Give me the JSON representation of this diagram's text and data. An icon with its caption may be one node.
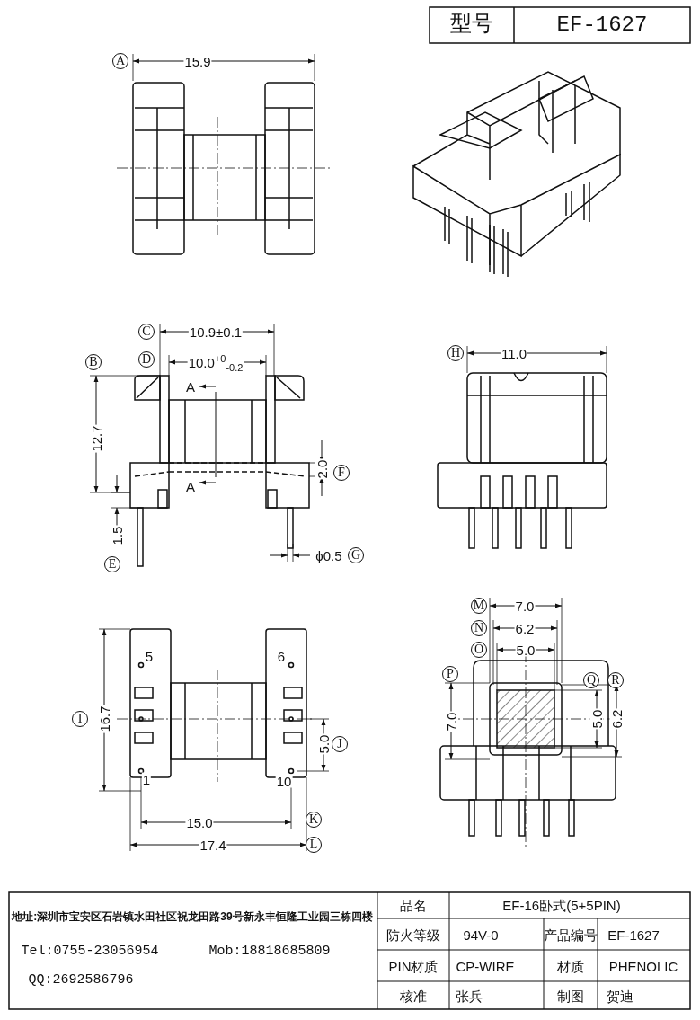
{
  "diagram": {
    "labels": [
      "型号",
      "EF-1627",
      "A",
      "15.9",
      "C",
      "10.9±0.1",
      "B",
      "D",
      "10.0$^{+0}$$_{-0.2}$",
      "A",
      "A",
      "12.7",
      "2.0",
      "F",
      "1.5",
      "E",
      "ϕ0.5",
      "G",
      "H",
      "11.0",
      "5",
      "6",
      "I",
      "16.7",
      "5.0",
      "J",
      "1",
      "10",
      "15.0",
      "K",
      "17.4",
      "L",
      "M",
      "7.0",
      "N",
      "6.2",
      "O",
      "5.0",
      "P",
      "Q",
      "R",
      "7.0",
      "5.0",
      "6.2",
      "地址:深圳市宝安区石岩镇水田社区祝龙田路39号新永丰恒隆工业园三栋四楼",
      "Tel:0755-23056954",
      "Mob:18818685809",
      "QQ:2692586796",
      "品名",
      "EF-16卧式(5+5PIN)",
      "防火等级",
      "94V-0",
      "产品编号",
      "EF-1627",
      "PIN材质",
      "CP-WIRE",
      "材质",
      "PHENOLIC",
      "核准",
      "张兵",
      "制图",
      "贺迪"
    ]
  }
}
